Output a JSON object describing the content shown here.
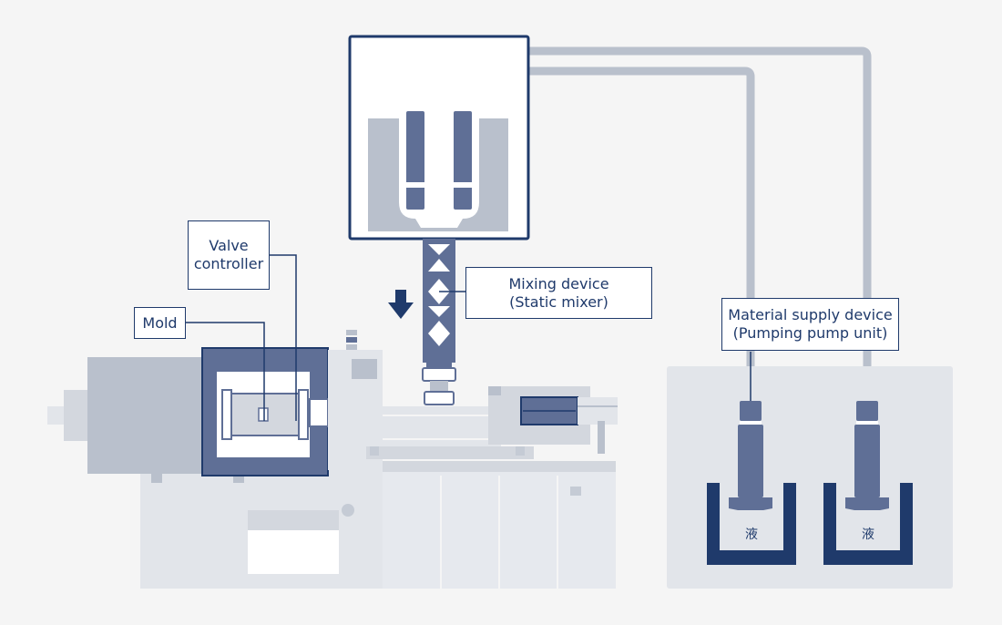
{
  "labels": {
    "valve_controller": [
      "Valve",
      "controller"
    ],
    "mold": "Mold",
    "mixing_device": [
      "Mixing device",
      "(Static mixer)"
    ],
    "material_supply": [
      "Material supply device",
      "(Pumping pump unit)"
    ],
    "tank_left": "液",
    "tank_right": "液"
  },
  "colors": {
    "background": "#f5f5f5",
    "machine_light": "#e2e5ea",
    "machine_mid": "#b9c0cc",
    "accent_dark": "#1f3a6b",
    "accent_mid": "#5f6f96",
    "pipe": "#b9c0cc"
  }
}
